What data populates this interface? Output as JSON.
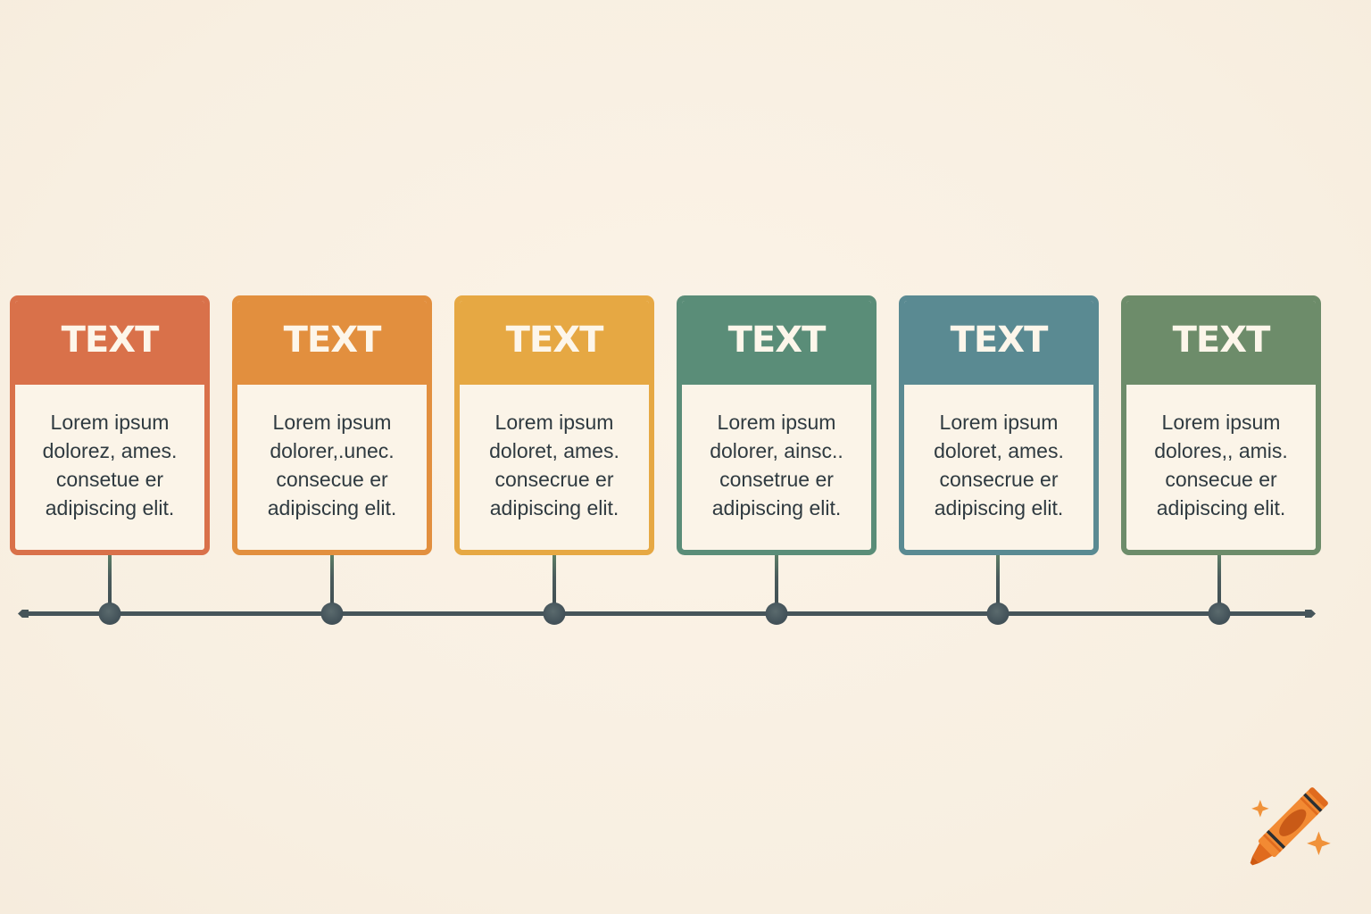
{
  "diagram": {
    "type": "horizontal-timeline",
    "background_color": "#f9f0e3",
    "axis_color": "#46555a",
    "text_color": "#2f3a40",
    "cards": [
      {
        "title": "TEXT",
        "color": "#d9714a",
        "lines": [
          "Lorem ipsum",
          "dolorez, ames.",
          "consetue er",
          "adipiscing elit."
        ]
      },
      {
        "title": "TEXT",
        "color": "#e28f3e",
        "lines": [
          "Lorem ipsum",
          "dolorer,.unec.",
          "consecue er",
          "adipiscing elit."
        ]
      },
      {
        "title": "TEXT",
        "color": "#e6a843",
        "lines": [
          "Lorem ipsum",
          "doloret, ames.",
          "consecrue er",
          "adipiscing elit."
        ]
      },
      {
        "title": "TEXT",
        "color": "#5a8d78",
        "lines": [
          "Lorem ipsum",
          "dolorer, ainsc..",
          "consetrue er",
          "adipiscing elit."
        ]
      },
      {
        "title": "TEXT",
        "color": "#5a8a92",
        "lines": [
          "Lorem ipsum",
          "doloret, ames.",
          "consecrue er",
          "adipiscing elit."
        ]
      },
      {
        "title": "TEXT",
        "color": "#6d8c6a",
        "lines": [
          "Lorem ipsum",
          "dolores,, amis.",
          "consecue er",
          "adipiscing elit."
        ]
      }
    ],
    "nodes_x": [
      123,
      372,
      621,
      870,
      1118,
      1366
    ]
  },
  "logo": {
    "icon": "crayon-icon",
    "color": "#e87a2a"
  }
}
